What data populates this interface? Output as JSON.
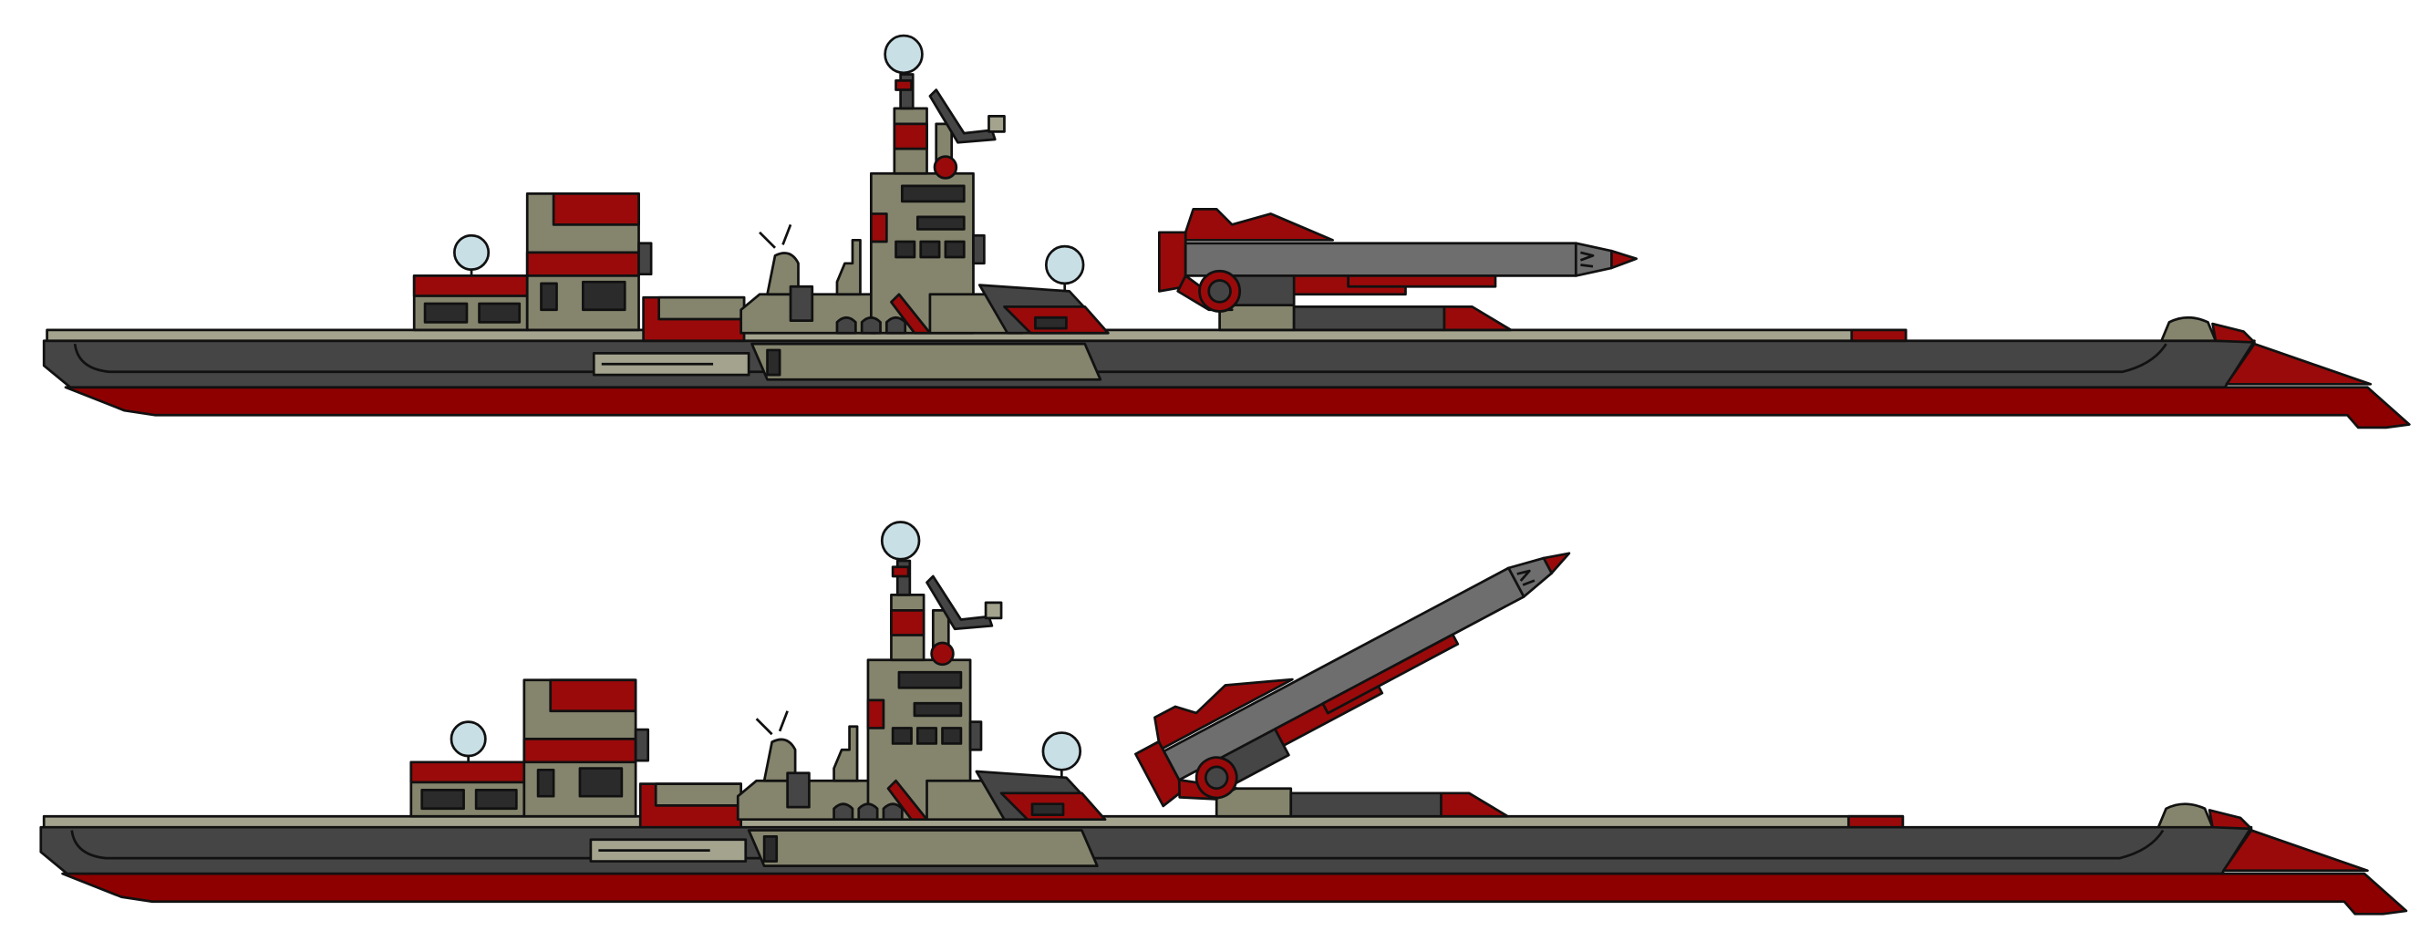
{
  "colors": {
    "hull": "#454545",
    "keel": "#8e0000",
    "deck": "#a3a38e",
    "superstructure": "#85846d",
    "red": "#9a0a0a",
    "window": "#2b2b2b",
    "dome": "#c9dfe6",
    "missile": "#6e6e6e",
    "background": "#ffffff"
  },
  "ships": [
    {
      "missile_state": "stowed",
      "missile_elevation_deg": 0
    },
    {
      "missile_state": "raised",
      "missile_elevation_deg": 28
    }
  ]
}
